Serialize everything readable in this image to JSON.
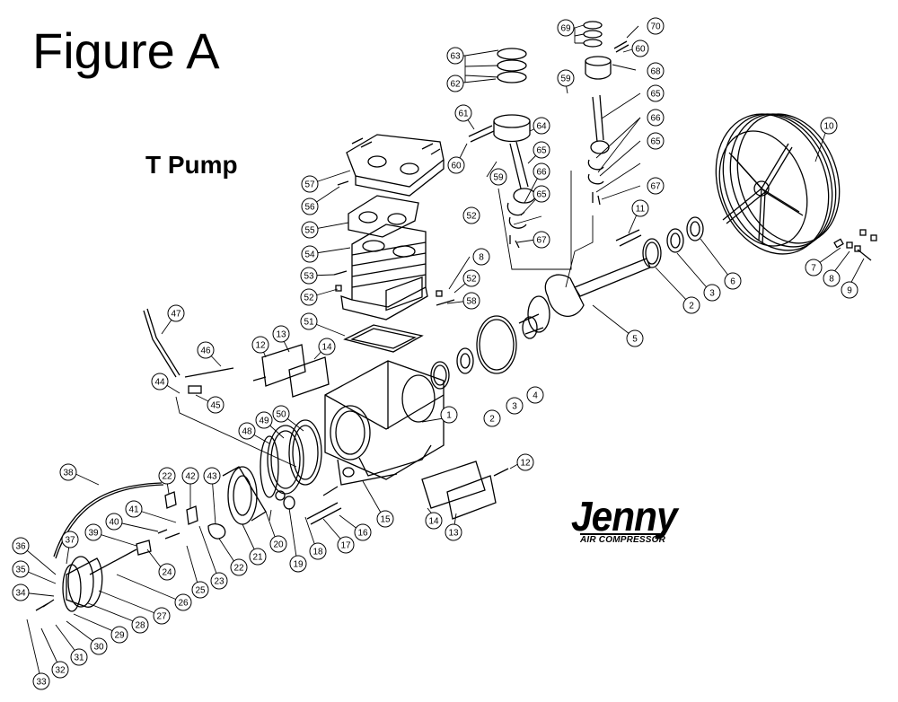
{
  "figure": {
    "title": "Figure A",
    "subtitle": "T Pump",
    "brand": {
      "name": "Jenny",
      "tagline": "AIR COMPRESSOR"
    }
  },
  "callouts": [
    "1",
    "2",
    "2",
    "3",
    "3",
    "4",
    "5",
    "6",
    "7",
    "8",
    "8",
    "9",
    "10",
    "11",
    "12",
    "12",
    "13",
    "13",
    "14",
    "14",
    "15",
    "16",
    "17",
    "18",
    "19",
    "20",
    "21",
    "22",
    "22",
    "23",
    "24",
    "25",
    "26",
    "27",
    "28",
    "29",
    "30",
    "31",
    "32",
    "33",
    "34",
    "35",
    "36",
    "37",
    "38",
    "39",
    "40",
    "41",
    "42",
    "43",
    "44",
    "45",
    "46",
    "47",
    "48",
    "49",
    "50",
    "51",
    "52",
    "52",
    "52",
    "53",
    "54",
    "55",
    "56",
    "57",
    "58",
    "59",
    "59",
    "60",
    "60",
    "61",
    "62",
    "63",
    "64",
    "65",
    "65",
    "65",
    "65",
    "66",
    "66",
    "67",
    "67",
    "68",
    "69",
    "70"
  ]
}
